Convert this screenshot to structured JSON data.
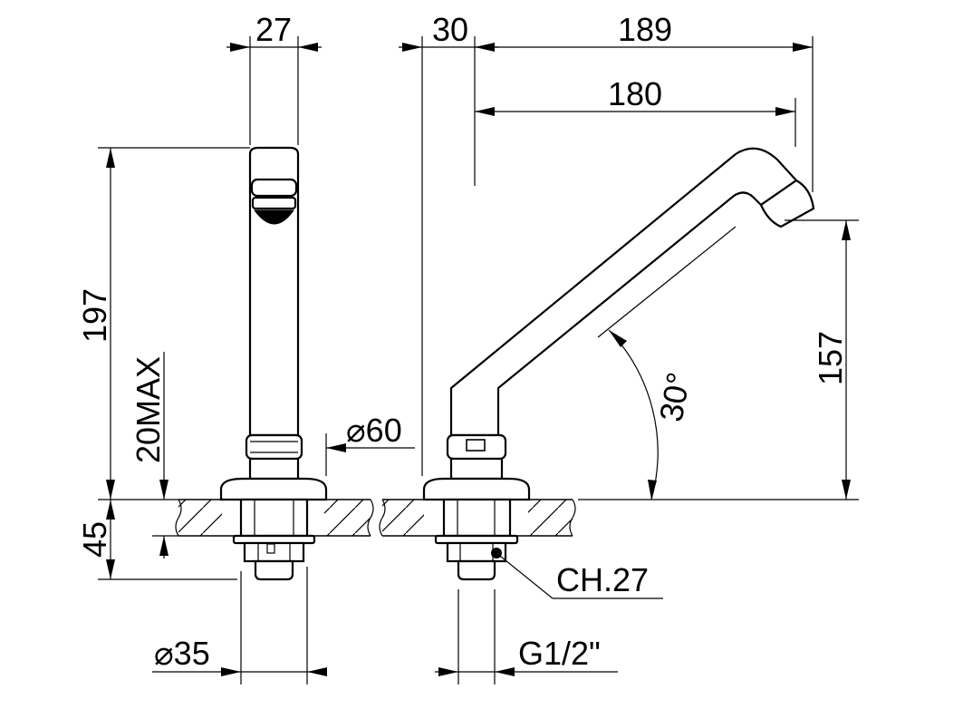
{
  "diagram": {
    "dimensions": {
      "spout_width": "27",
      "offset": "30",
      "overall_reach": "189",
      "reach": "180",
      "height": "197",
      "deck_max": "20MAX",
      "hole_diameter": "⌀60",
      "height_right": "157",
      "angle": "30°",
      "deck_thickness": "45",
      "base_diameter": "⌀35",
      "spanner": "CH.27",
      "thread": "G1/2\""
    }
  }
}
